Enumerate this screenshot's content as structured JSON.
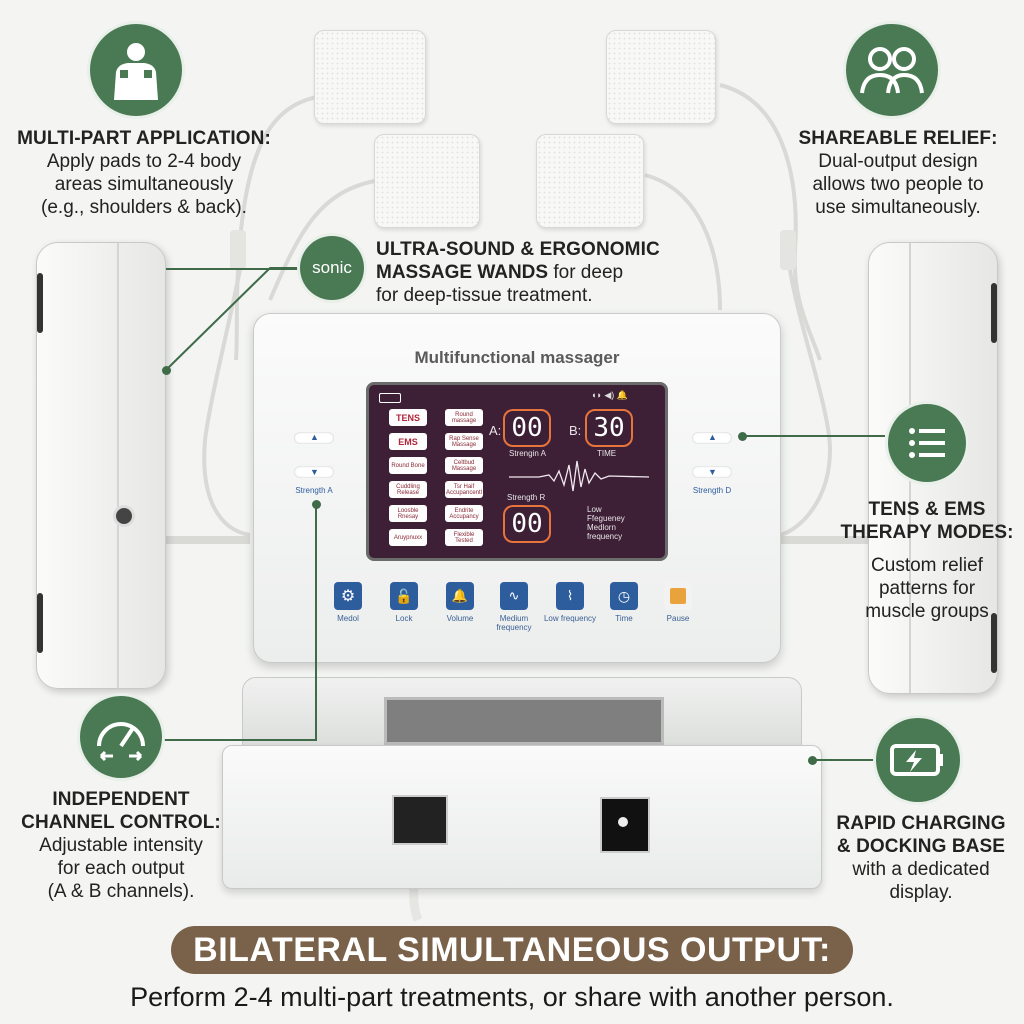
{
  "callouts": {
    "multi_part": {
      "title": "MULTI-PART APPLICATION:",
      "body": [
        "Apply pads to 2-4 body",
        "areas simultaneously",
        "(e.g., shoulders & back)."
      ]
    },
    "shareable": {
      "title": "SHAREABLE RELIEF:",
      "body": [
        "Dual-output design",
        "allows two people to",
        "use simultaneously."
      ]
    },
    "ultrasound": {
      "title_line1": "ULTRA-SOUND & ERGONOMIC",
      "title_line2": "MASSAGE WANDS",
      "body_inline": " for deep",
      "body": "for deep-tissue treatment.",
      "badge": "sonic"
    },
    "tens_ems": {
      "title": [
        "TENS & EMS",
        "THERAPY MODES:"
      ],
      "body": [
        "Custom relief",
        "patterns for",
        "muscle groups"
      ]
    },
    "independent": {
      "title": [
        "INDEPENDENT",
        "CHANNEL CONTROL:"
      ],
      "body": [
        "Adjustable intensity",
        "for each output",
        "(A & B channels)."
      ]
    },
    "charging": {
      "title": [
        "RAPID CHARGING",
        "& DOCKING BASE"
      ],
      "body": [
        "with a dedicated",
        "display."
      ]
    }
  },
  "device": {
    "title": "Multifunctional massager",
    "strength_left": "Strength A",
    "strength_right": "Strength D",
    "lcd": {
      "modes_left": [
        "TENS",
        "EMS",
        "Round Bone",
        "Cuddling Release",
        "Loosble Rnesay",
        "Aruypnuxx"
      ],
      "modes_right": [
        "Round massage",
        "Rap Sense Massage",
        "Celtbud Massage",
        "Tsr Haif Accupancentl",
        "Endrite Accupancy",
        "Flexible Tested"
      ],
      "channel_a_label": "A:",
      "channel_a_value": "00",
      "channel_a_caption": "Strengin A",
      "channel_b_label": "B:",
      "channel_b_value": "30",
      "channel_b_caption": "TIME",
      "channel_r_caption": "Strength R",
      "channel_r_value": "00",
      "freq_low": "Low",
      "freq_line2": "Ffegueney",
      "freq_line3": "Medlorn",
      "freq_line4": "frequency"
    },
    "buttons": [
      {
        "label": "Medol",
        "icon": "gear-icon"
      },
      {
        "label": "Lock",
        "icon": "lock-icon"
      },
      {
        "label": "Volume",
        "icon": "volume-icon"
      },
      {
        "label": "Medium frequency",
        "icon": "pulse-icon"
      },
      {
        "label": "Low frequency",
        "icon": "wave-icon"
      },
      {
        "label": "Time",
        "icon": "clock-icon"
      },
      {
        "label": "Pause",
        "icon": "pause-icon"
      }
    ]
  },
  "banner": "BILATERAL SIMULTANEOUS OUTPUT:",
  "subtitle": "Perform 2-4 multi-part treatments, or share with another person.",
  "colors": {
    "green": "#4a7a54",
    "banner_brown": "#7a6149",
    "lcd_bg": "#3d2035",
    "button_blue": "#2e5d9e",
    "accent_orange": "#e8743d"
  }
}
